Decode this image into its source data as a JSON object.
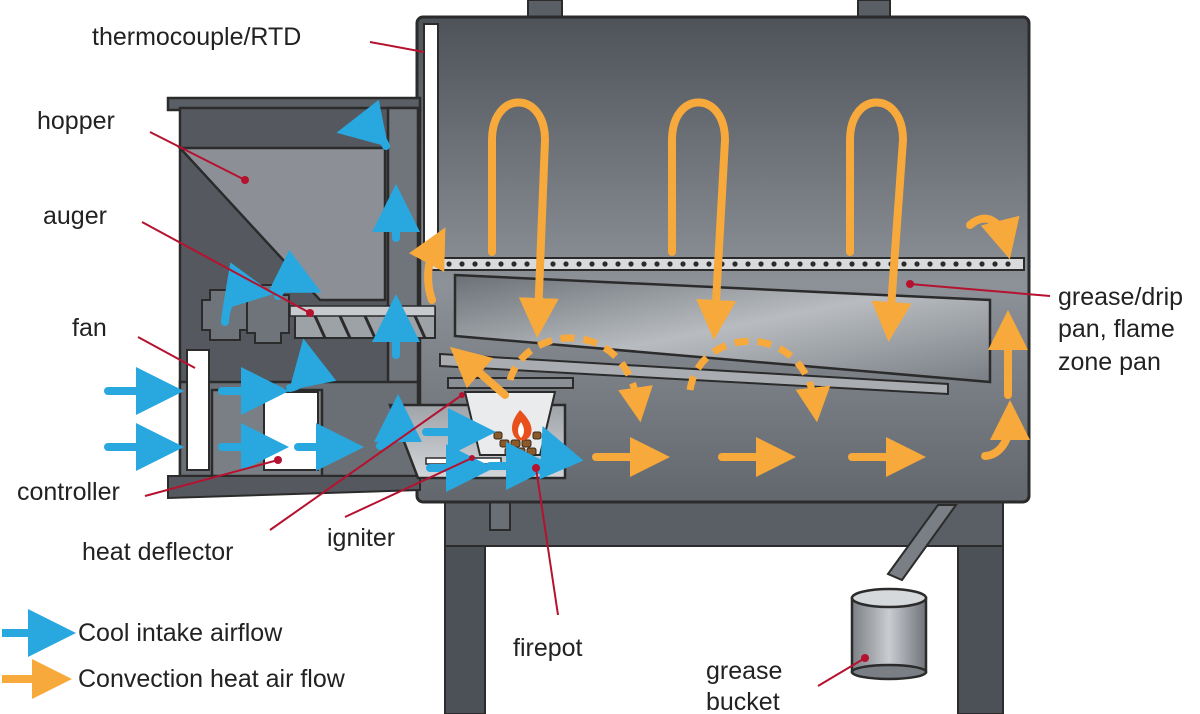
{
  "labels": {
    "thermocouple": "thermocouple/RTD",
    "hopper": "hopper",
    "auger": "auger",
    "fan": "fan",
    "controller": "controller",
    "heat_deflector": "heat deflector",
    "igniter": "igniter",
    "firepot": "firepot",
    "grease_pan": [
      "grease/drip",
      "pan, flame",
      "zone pan"
    ],
    "grease_bucket": [
      "grease",
      "bucket"
    ]
  },
  "legend": {
    "cool": "Cool intake airflow",
    "convection": "Convection heat air flow"
  },
  "colors": {
    "cool_airflow": "#29a8e0",
    "convection_airflow": "#f7a93b",
    "leader_line": "#b5122f",
    "body_dark": "#555a60",
    "body_light": "#8a8f95",
    "outline": "#2b2b2b"
  }
}
